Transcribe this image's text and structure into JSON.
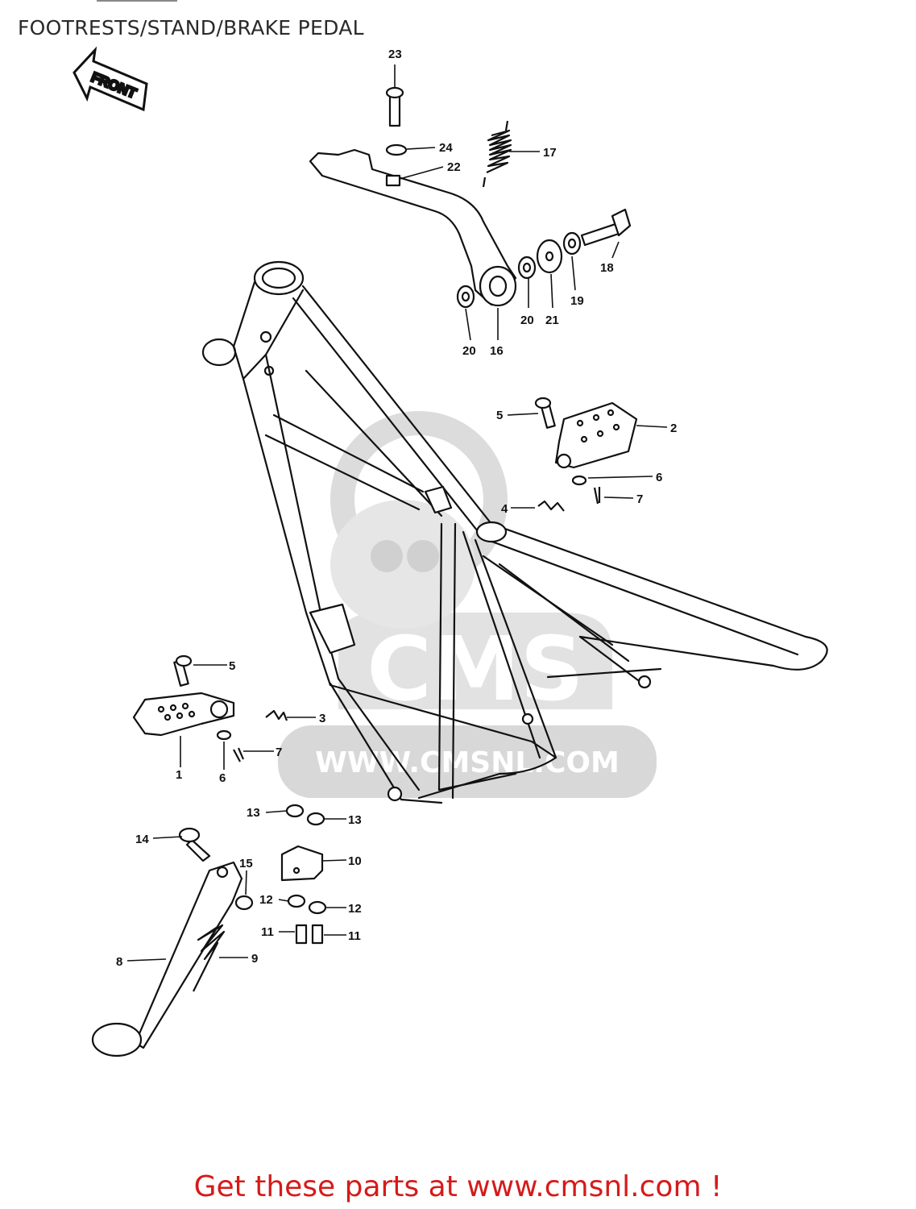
{
  "title": "FOOTRESTS/STAND/BRAKE PEDAL",
  "front_arrow": "FRONT",
  "watermark": {
    "logo_text": "CMS",
    "site_text": "WWW.CMSNL.COM"
  },
  "footer": "Get these parts at www.cmsnl.com !",
  "colors": {
    "line": "#111111",
    "footer_red": "#d61a1a",
    "watermark_gray": "#d8d8d8"
  },
  "callouts": [
    {
      "id": "23",
      "text": "23"
    },
    {
      "id": "24",
      "text": "24"
    },
    {
      "id": "22",
      "text": "22"
    },
    {
      "id": "17",
      "text": "17"
    },
    {
      "id": "18",
      "text": "18"
    },
    {
      "id": "19",
      "text": "19"
    },
    {
      "id": "21",
      "text": "21"
    },
    {
      "id": "20a",
      "text": "20"
    },
    {
      "id": "20b",
      "text": "20"
    },
    {
      "id": "16",
      "text": "16"
    },
    {
      "id": "5a",
      "text": "5"
    },
    {
      "id": "2",
      "text": "2"
    },
    {
      "id": "6a",
      "text": "6"
    },
    {
      "id": "7a",
      "text": "7"
    },
    {
      "id": "4",
      "text": "4"
    },
    {
      "id": "5b",
      "text": "5"
    },
    {
      "id": "3",
      "text": "3"
    },
    {
      "id": "7b",
      "text": "7"
    },
    {
      "id": "1",
      "text": "1"
    },
    {
      "id": "6b",
      "text": "6"
    },
    {
      "id": "13a",
      "text": "13"
    },
    {
      "id": "13b",
      "text": "13"
    },
    {
      "id": "14",
      "text": "14"
    },
    {
      "id": "10",
      "text": "10"
    },
    {
      "id": "15",
      "text": "15"
    },
    {
      "id": "12a",
      "text": "12"
    },
    {
      "id": "12b",
      "text": "12"
    },
    {
      "id": "11a",
      "text": "11"
    },
    {
      "id": "11b",
      "text": "11"
    },
    {
      "id": "8",
      "text": "8"
    },
    {
      "id": "9",
      "text": "9"
    }
  ]
}
